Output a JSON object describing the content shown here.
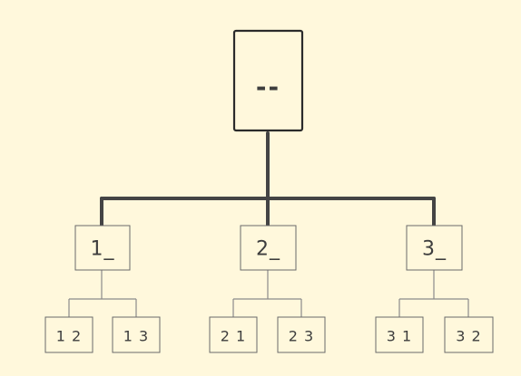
{
  "tree": {
    "root": {
      "label": "--"
    },
    "children": [
      {
        "label": "1_",
        "children": [
          {
            "label": "1 2"
          },
          {
            "label": "1 3"
          }
        ]
      },
      {
        "label": "2_",
        "children": [
          {
            "label": "2 1"
          },
          {
            "label": "2 3"
          }
        ]
      },
      {
        "label": "3_",
        "children": [
          {
            "label": "3 1"
          },
          {
            "label": "3 2"
          }
        ]
      }
    ]
  },
  "colors": {
    "background": "#fff8dc",
    "node_fill": "#fff8dc",
    "root_stroke": "#2b2b2b",
    "trunk_stroke": "#444444",
    "thin_stroke": "#8a8a8a",
    "text": "#3d3d3d"
  }
}
